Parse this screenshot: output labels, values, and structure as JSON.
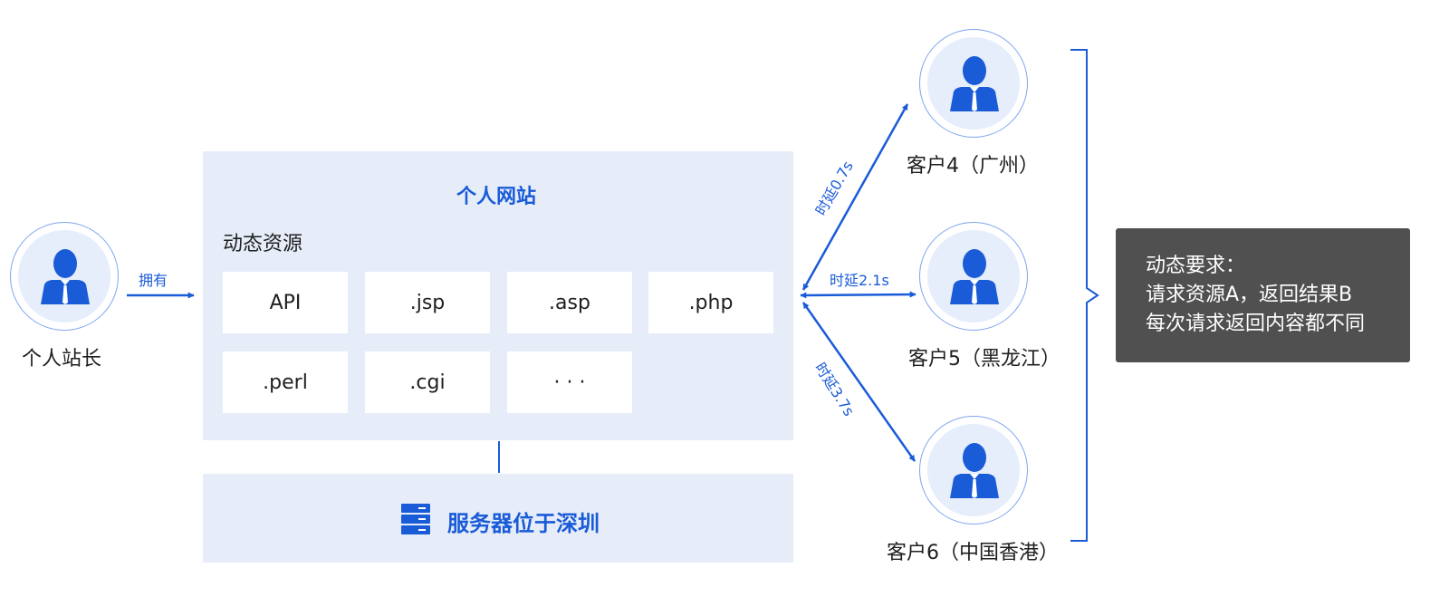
{
  "owner": {
    "label": "个人站长",
    "edge_label": "拥有"
  },
  "website": {
    "title": "个人网站",
    "section_label": "动态资源",
    "resources": [
      "API",
      ".jsp",
      ".asp",
      ".php",
      ".perl",
      ".cgi",
      "· · ·"
    ]
  },
  "server": {
    "label": "服务器位于深圳",
    "icon": "server-stack-icon"
  },
  "clients": [
    {
      "label": "客户4（广州）",
      "latency": "时延0.7s"
    },
    {
      "label": "客户5（黑龙江）",
      "latency": "时延2.1s"
    },
    {
      "label": "客户6（中国香港）",
      "latency": "时延3.7s"
    }
  ],
  "note": {
    "lines": [
      "动态要求：",
      "请求资源A，返回结果B",
      "每次请求返回内容都不同"
    ]
  },
  "colors": {
    "accent": "#1a5bd8",
    "panel_bg": "#e6edf9",
    "avatar_bg": "#e6eefb",
    "note_bg": "#505050",
    "text": "#1f1f1f"
  }
}
